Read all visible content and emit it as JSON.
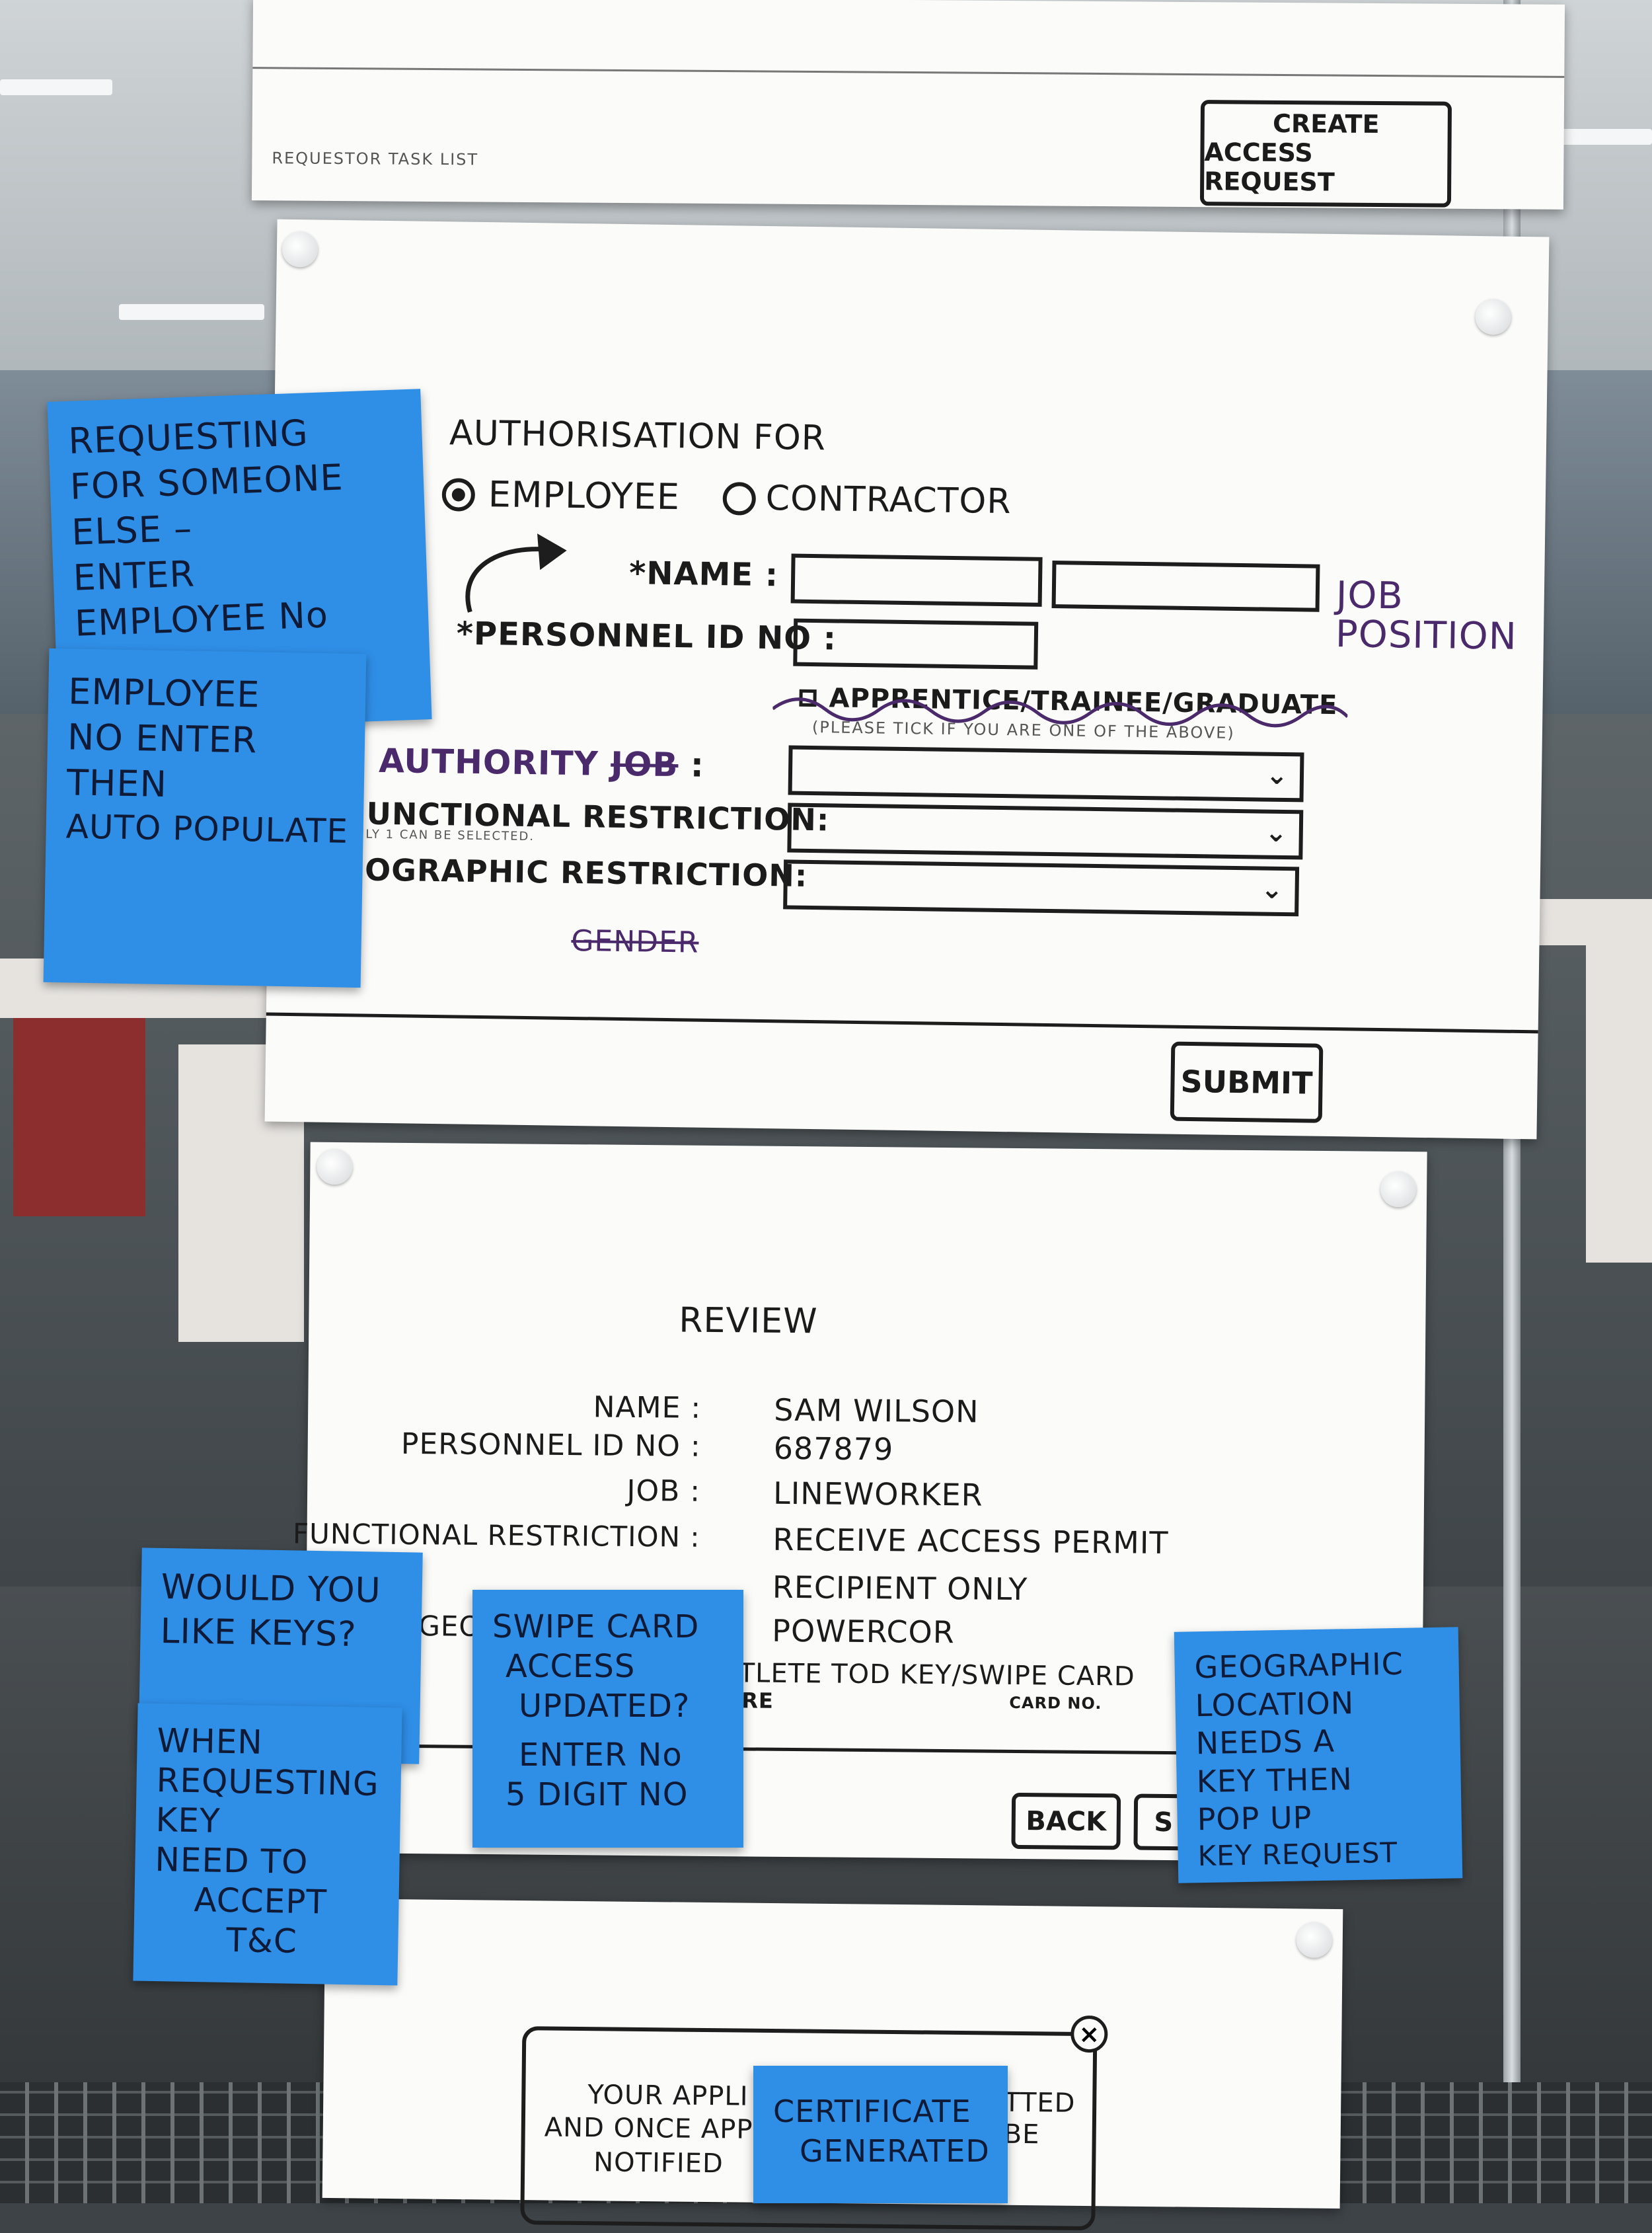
{
  "tasklist_sheet": {
    "label": "REQUESTOR TASK LIST",
    "create_button": [
      "CREATE",
      "ACCESS REQUEST"
    ]
  },
  "authorisation_form": {
    "heading": "AUTHORISATION FOR",
    "options": {
      "employee": "EMPLOYEE",
      "contractor": "CONTRACTOR",
      "selected": "employee"
    },
    "name_label": "*NAME :",
    "personnel_label": "*PERSONNEL ID NO :",
    "job_position_note": [
      "JOB",
      "POSITION"
    ],
    "apprentice_checkbox": "APPRENTICE/TRAINEE/GRADUATE",
    "apprentice_hint": "(PLEASE TICK IF YOU ARE ONE OF THE ABOVE)",
    "authority_label": "AUTHORITY",
    "authority_struck": "JOB",
    "functional_label": "*FUNCTIONAL RESTRICTION:",
    "functional_hint": "ONLY 1 CAN BE SELECTED.",
    "geographic_label": "*GEOGRAPHIC RESTRICTION:",
    "struck_option": "GENDER",
    "submit": "SUBMIT"
  },
  "review_sheet": {
    "title": "REVIEW",
    "rows": [
      {
        "label": "NAME :",
        "value": "SAM WILSON"
      },
      {
        "label": "PERSONNEL ID NO :",
        "value": "687879"
      },
      {
        "label": "JOB :",
        "value": "LINEWORKER"
      },
      {
        "label": "FUNCTIONAL RESTRICTION :",
        "value": "RECEIVE ACCESS PERMIT"
      },
      {
        "label": "",
        "value": "RECIPIENT ONLY"
      },
      {
        "label": "GEO",
        "value": "POWERCOR"
      }
    ],
    "partial_line": "TLETE TOD KEY/SWIPE CARD",
    "partial_line2": "RE",
    "card_no": "CARD NO.",
    "back_button": "BACK",
    "next_button_partial": "S"
  },
  "confirmation_sheet": {
    "close_icon": "close-icon",
    "line1_left": "YOUR APPLI",
    "line1_right": "TTED",
    "line2_left": "AND ONCE APP",
    "line2_right": "BE",
    "line3_left": "NOTIFIED"
  },
  "stickies": {
    "requesting": [
      "REQUESTING",
      "FOR SOMEONE",
      "ELSE –",
      "ENTER",
      "EMPLOYEE No"
    ],
    "employee_no": [
      "EMPLOYEE",
      "NO ENTER",
      "THEN",
      "AUTO POPULATE"
    ],
    "keys": [
      "WOULD YOU",
      "LIKE KEYS?"
    ],
    "swipe": [
      "SWIPE CARD",
      "ACCESS",
      "UPDATED?",
      "ENTER No",
      "5 DIGIT NO"
    ],
    "requesting_key": [
      "WHEN",
      "REQUESTING",
      "KEY",
      "NEED TO",
      "ACCEPT",
      "T&C"
    ],
    "geographic": [
      "GEOGRAPHIC",
      "LOCATION",
      "NEEDS A",
      "KEY THEN",
      "POP UP",
      "KEY REQUEST"
    ],
    "certificate": [
      "CERTIFICATE",
      "GENERATED"
    ]
  },
  "colors": {
    "sticky": "#2f8ee6",
    "ink": "#1d1d1d",
    "purple_ink": "#4b2a6b"
  }
}
